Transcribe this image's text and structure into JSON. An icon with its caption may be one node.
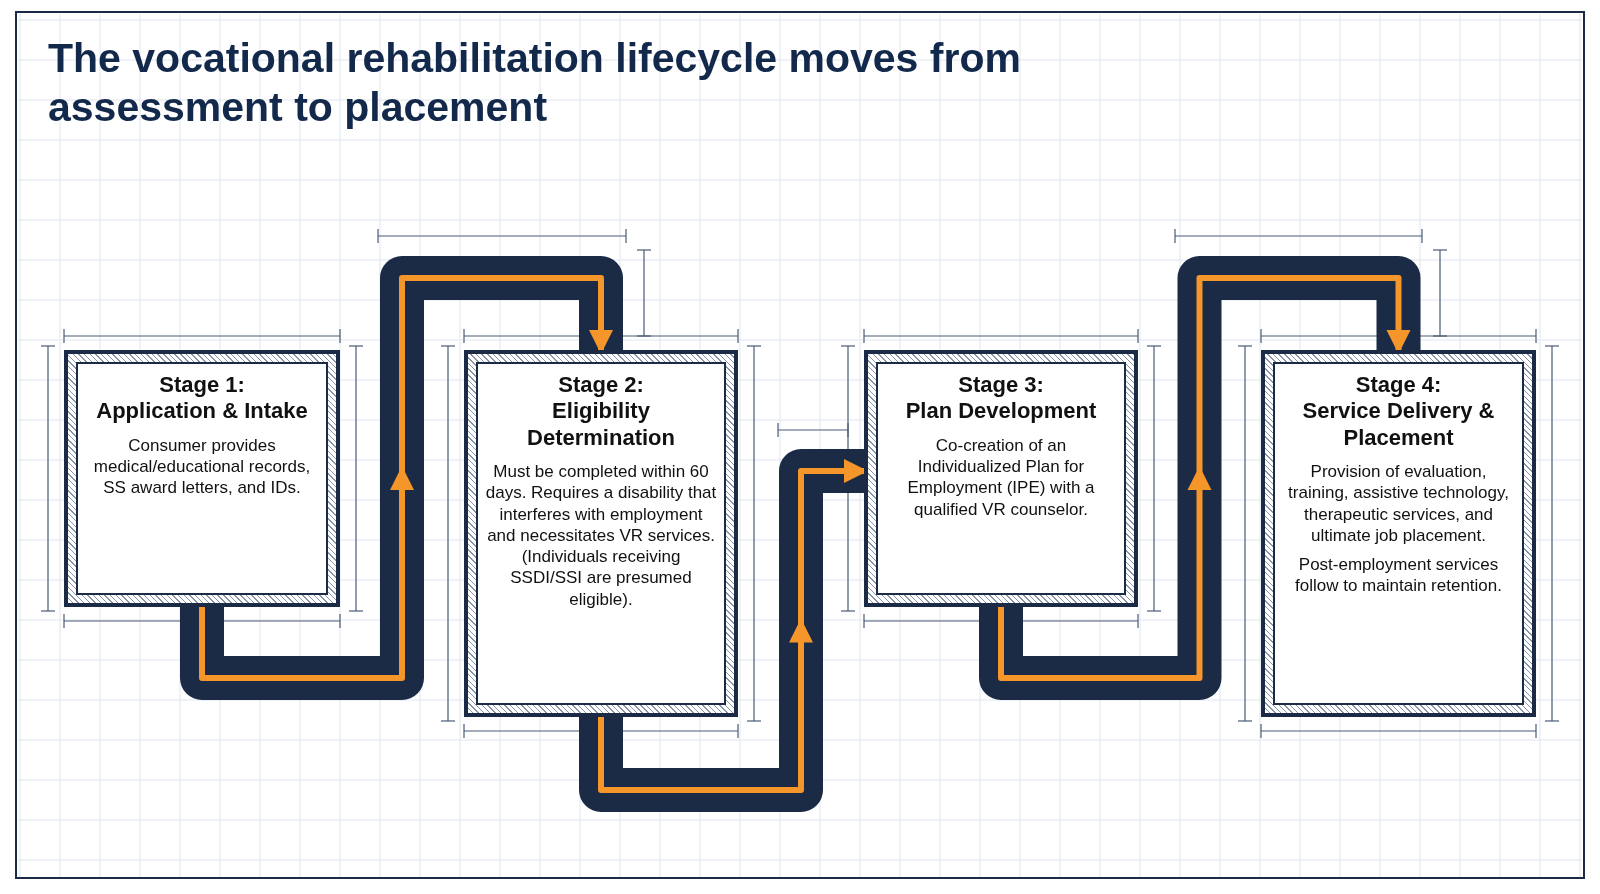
{
  "diagram": {
    "title": "The vocational rehabilitation lifecycle moves from assessment to placement",
    "nodes": [
      {
        "text": [
          "Stage 1:",
          "Application & Intake",
          "Consumer provides medical/educational records, SS award letters, and IDs."
        ]
      },
      {
        "text": [
          "Stage 2:",
          "Eligibility Determination",
          "Must be completed within 60 days. Requires a disability that interferes with employment and necessitates VR services. (Individuals receiving SSDI/SSI are presumed eligible)."
        ]
      },
      {
        "text": [
          "Stage 3:",
          "Plan Development",
          "Co-creation of an Individualized Plan for Employment (IPE) with a qualified VR counselor."
        ]
      },
      {
        "text": [
          "Stage 4:",
          "Service Delivery & Placement",
          "Provision of evaluation, training, assistive technology, therapeutic services, and ultimate job placement.",
          "Post-employment services follow to maintain retention."
        ]
      }
    ],
    "edges": [
      {
        "from": 0,
        "to": 1,
        "arrow": "to"
      },
      {
        "from": 1,
        "to": 2,
        "arrow": "to"
      },
      {
        "from": 2,
        "to": 3,
        "arrow": "to"
      }
    ]
  }
}
